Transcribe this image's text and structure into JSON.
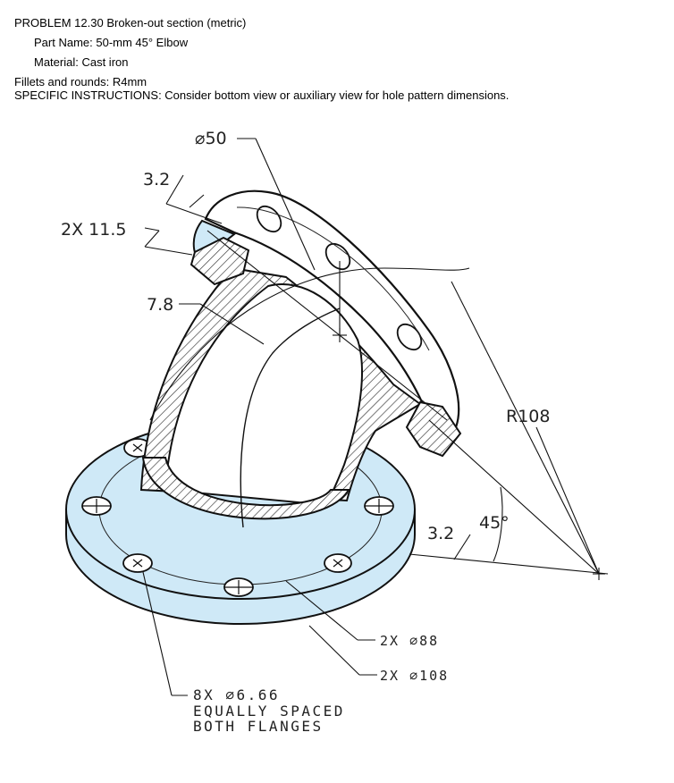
{
  "header": {
    "problem": "PROBLEM 12.30   Broken-out section (metric)",
    "part_name": "Part Name: 50-mm 45° Elbow",
    "material": "Material: Cast iron",
    "fillets": "Fillets and rounds: R4mm",
    "instructions": "SPECIFIC INSTRUCTIONS: Consider bottom view or auxiliary view for hole pattern dimensions."
  },
  "dimensions": {
    "bore": "⌀50",
    "flange_thickness_top": "3.2",
    "lug_offset": "2X  11.5",
    "wall": "7.8",
    "radius": "R108",
    "angle": "45°",
    "flange_thickness_right": "3.2",
    "bolt_circle": "2X  ⌀88",
    "flange_dia": "2X  ⌀108"
  },
  "note": {
    "line1": "8X  ⌀6.66",
    "line2": "EQUALLY  SPACED",
    "line3": "BOTH  FLANGES"
  },
  "colors": {
    "flange_fill": "#cfe9f7",
    "line": "#111111",
    "hatch": "#333333"
  }
}
